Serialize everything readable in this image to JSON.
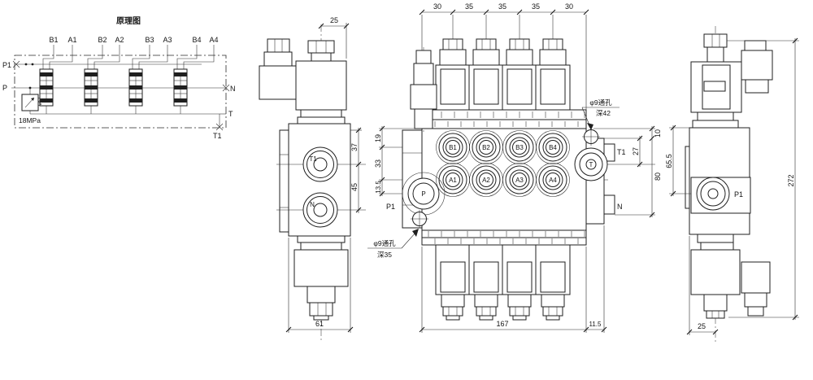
{
  "colors": {
    "paper": "#ffffff",
    "ink": "#1f1f1f"
  },
  "schematic": {
    "title": "原理图",
    "ports_top": [
      "B1",
      "A1",
      "B2",
      "A2",
      "B3",
      "A3",
      "B4",
      "A4"
    ],
    "label_p1": "P1",
    "label_p": "P",
    "label_n": "N",
    "label_t": "T",
    "label_t1": "T1",
    "pressure": "18MPa"
  },
  "end_view": {
    "dim_top": "25",
    "dim_37": "37",
    "dim_45": "45",
    "dim_bottom": "61",
    "port_t1": "T1",
    "port_n": "N"
  },
  "front_view": {
    "dims_top": [
      "30",
      "35",
      "35",
      "35",
      "30"
    ],
    "dims_left": [
      "19",
      "33",
      "13.5"
    ],
    "dims_right": [
      "10",
      "27",
      "80"
    ],
    "dim_length": "167",
    "dim_end": "11.5",
    "ports_b": [
      "B1",
      "B2",
      "B3",
      "B4"
    ],
    "ports_a": [
      "A1",
      "A2",
      "A3",
      "A4"
    ],
    "port_p": "P",
    "port_t": "T",
    "label_p1": "P1",
    "label_t1": "T1",
    "label_n": "N",
    "note_top": {
      "line1": "φ9通孔",
      "line2": "深42"
    },
    "note_bottom": {
      "line1": "φ9通孔",
      "line2": "深35"
    }
  },
  "side_view": {
    "dim_height": "272",
    "dim_65": "65.5",
    "dim_25": "25",
    "label_p1": "P1"
  }
}
